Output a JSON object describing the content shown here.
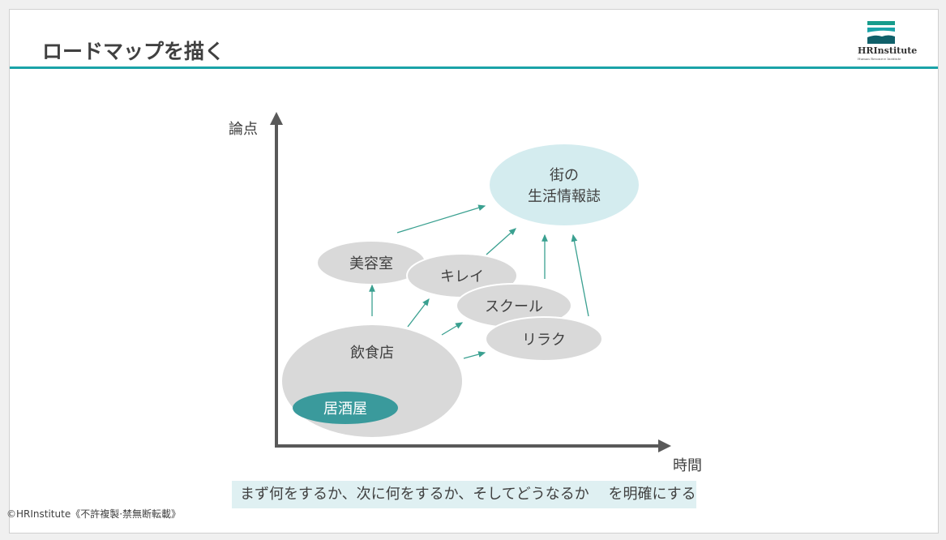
{
  "header": {
    "title": "ロードマップを描く",
    "logo_name": "HRInstitute",
    "logo_sub": "Human Resource Institute"
  },
  "diagram": {
    "y_axis_label": "論点",
    "x_axis_label": "時間",
    "nodes": {
      "goal_line1": "街の",
      "goal_line2": "生活情報誌",
      "beauty_salon": "美容室",
      "kirei": "キレイ",
      "school": "スクール",
      "relax": "リラク",
      "restaurant": "飲食店",
      "izakaya": "居酒屋"
    },
    "colors": {
      "goal": "#d4ecef",
      "node": "#d9d9d9",
      "izakaya": "#3a9a9c",
      "arrow": "#3aa090",
      "axis": "#595959"
    }
  },
  "message": "まず何をするか、次に何をするか、そしてどうなるか　 を明確にする",
  "footer": "©HRInstitute《不許複製·禁無断転載》"
}
